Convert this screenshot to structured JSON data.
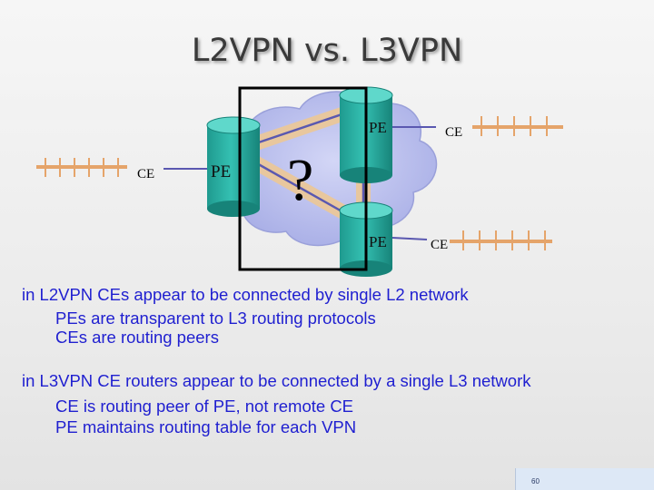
{
  "title": "L2VPN vs. L3VPN",
  "diagram": {
    "question_mark": "?",
    "labels": {
      "ce_left": "CE",
      "pe_left": "PE",
      "pe_top": "PE",
      "ce_top": "CE",
      "pe_bottom": "PE",
      "ce_bottom": "CE"
    }
  },
  "body": {
    "l2vpn": {
      "heading": "in L2VPN CEs appear to be connected by single L2 network",
      "points": [
        "PEs are transparent to L3 routing protocols",
        "CEs are routing peers"
      ]
    },
    "l3vpn": {
      "heading": "in L3VPN CE routers appear to be connected by a single L3 network",
      "points": [
        "CE is routing peer of PE, not remote CE",
        "PE maintains routing table for each VPN"
      ]
    }
  },
  "page_number": "60",
  "colors": {
    "title": "#3a3a3a",
    "text": "#1f1fd0",
    "cylinder": "#2bb3a6",
    "cloud": "#bfc3ee",
    "pipe": "#e8c79e",
    "link": "#5a58b0",
    "lan": "#e5a46a"
  }
}
